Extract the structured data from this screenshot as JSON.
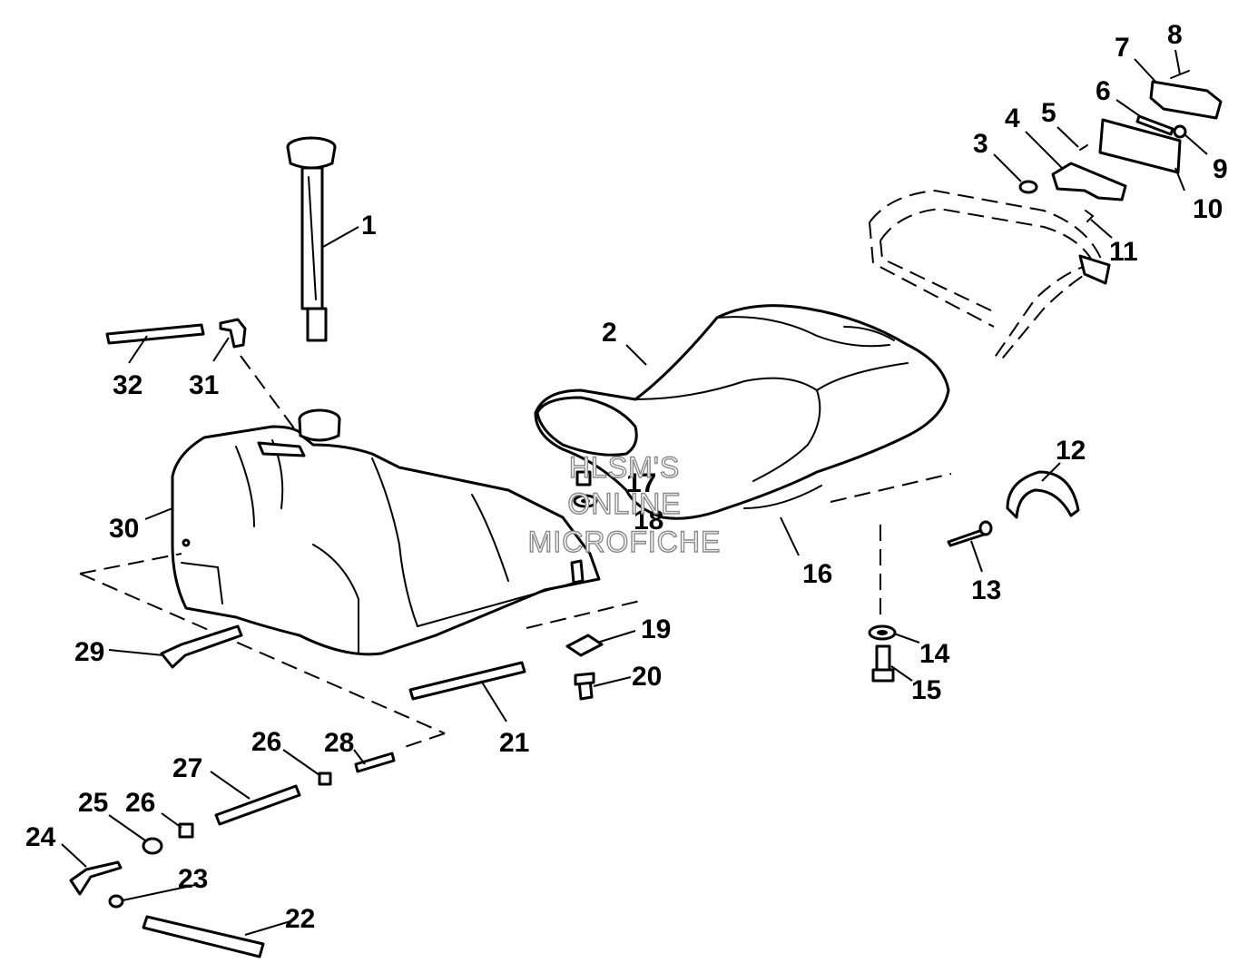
{
  "watermark": {
    "line1": "HLSM'S",
    "line2": "ONLINE",
    "line3": "MICROFICHE",
    "color": "#8a8a8a"
  },
  "callouts": [
    "1",
    "2",
    "3",
    "4",
    "5",
    "6",
    "7",
    "8",
    "9",
    "10",
    "11",
    "12",
    "13",
    "14",
    "15",
    "16",
    "17",
    "18",
    "19",
    "20",
    "21",
    "22",
    "23",
    "24",
    "25",
    "26",
    "26",
    "27",
    "28",
    "29",
    "30",
    "31",
    "32"
  ],
  "colors": {
    "ink": "#000000",
    "paper": "#ffffff"
  }
}
